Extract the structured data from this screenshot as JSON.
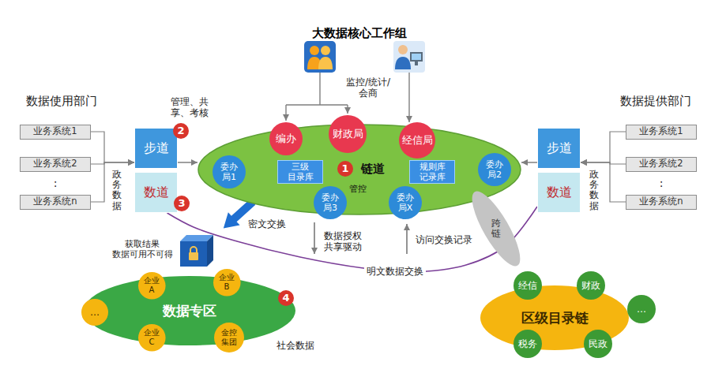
{
  "diagram": {
    "title": "大数据核心工作组",
    "nodes": [
      {
        "text": [
          "业务系统1"
        ]
      },
      {
        "text": [
          "业务系统2"
        ]
      },
      {
        "text": [
          "业务系统n"
        ]
      },
      {
        "text": [
          "步道"
        ]
      },
      {
        "text": [
          "数道"
        ]
      },
      {
        "text": [
          "链道",
          "管控"
        ]
      },
      {
        "text": [
          "编办"
        ],
        "in": 5
      },
      {
        "text": [
          "财政局"
        ],
        "in": 5
      },
      {
        "text": [
          "经信局"
        ],
        "in": 5
      },
      {
        "text": [
          "委办 局1"
        ],
        "in": 5
      },
      {
        "text": [
          "三级 目录库"
        ],
        "in": 5
      },
      {
        "text": [
          "规则库 记录库"
        ],
        "in": 5
      },
      {
        "text": [
          "委办 局2"
        ],
        "in": 5
      },
      {
        "text": [
          "委办 局3"
        ],
        "in": 5
      },
      {
        "text": [
          "委办 局X"
        ],
        "in": 5
      },
      {
        "text": [
          "步道"
        ]
      },
      {
        "text": [
          "数道"
        ]
      },
      {
        "text": [
          "业务系统1"
        ]
      },
      {
        "text": [
          "业务系统2"
        ]
      },
      {
        "text": [
          "业务系统n"
        ]
      },
      {
        "text": [
          "数据专区"
        ]
      },
      {
        "text": [
          "企业 A"
        ],
        "in": 20
      },
      {
        "text": [
          "企业 B"
        ],
        "in": 20
      },
      {
        "text": [
          "…"
        ],
        "in": 20
      },
      {
        "text": [
          "企业 C"
        ],
        "in": 20
      },
      {
        "text": [
          "金控 集团"
        ],
        "in": 20
      },
      {
        "text": [
          "区级目录链"
        ]
      },
      {
        "text": [
          "经信"
        ],
        "in": 26
      },
      {
        "text": [
          "财政"
        ],
        "in": 26
      },
      {
        "text": [
          "…"
        ],
        "in": 26
      },
      {
        "text": [
          "税务"
        ],
        "in": 26
      },
      {
        "text": [
          "民政"
        ],
        "in": 26
      },
      {
        "text": [
          "跨链"
        ]
      }
    ],
    "edges": [
      {
        "from": 0,
        "to": 3,
        "arrow": "to"
      },
      {
        "from": 1,
        "to": 3,
        "arrow": "to"
      },
      {
        "from": 2,
        "to": 3,
        "arrow": "to"
      },
      {
        "from": 3,
        "to": 5,
        "arrow": "to"
      },
      {
        "from": 15,
        "to": 5,
        "arrow": "to"
      },
      {
        "from": 17,
        "to": 15,
        "arrow": "to"
      },
      {
        "from": 18,
        "to": 15,
        "arrow": "to"
      },
      {
        "from": 19,
        "to": 15,
        "arrow": "to"
      },
      {
        "from": 4,
        "to": 16,
        "label": "明文数据交换",
        "arrow": "none"
      }
    ],
    "labels": [
      "监控/统计/ 会商",
      "数据使用部门",
      "管理、共 享、考核",
      "2",
      "政务数据",
      ":",
      "1",
      "数据提供部门",
      "政务数据",
      ":",
      "3",
      "密文交换",
      "获取结果 数据可用不可得",
      "数据授权 共享驱动",
      "访问交换记录",
      "4",
      "社会数据"
    ]
  }
}
